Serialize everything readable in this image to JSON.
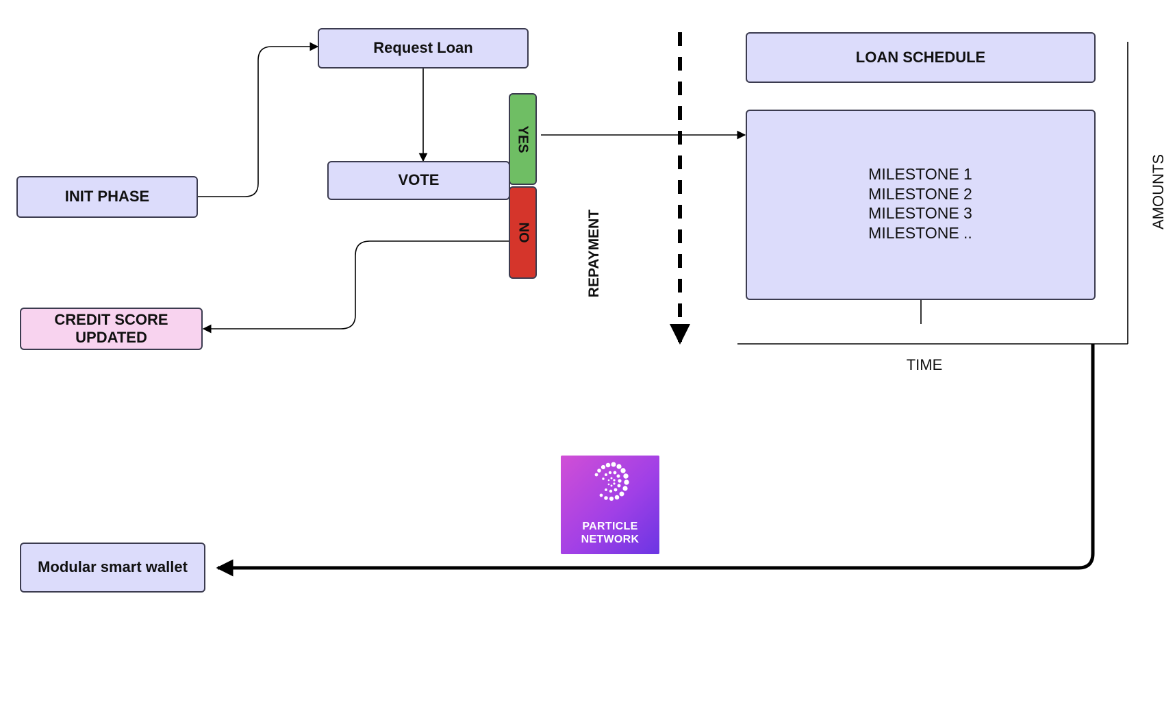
{
  "flow": {
    "init_phase": "INIT PHASE",
    "request_loan": "Request Loan",
    "vote": "VOTE",
    "yes": "YES",
    "no": "NO",
    "credit_score_line1": "CREDIT SCORE",
    "credit_score_line2": "UPDATED",
    "repayment": "REPAYMENT",
    "modular_wallet": "Modular smart wallet"
  },
  "schedule": {
    "title": "LOAN SCHEDULE",
    "milestones": [
      "MILESTONE 1",
      "MILESTONE 2",
      "MILESTONE 3",
      "MILESTONE .."
    ],
    "x_axis_label": "TIME",
    "y_axis_label": "AMOUNTS"
  },
  "logo": {
    "line1": "PARTICLE",
    "line2": "NETWORK"
  },
  "colors": {
    "box_fill": "#dcdcfb",
    "pink_fill": "#f8d3ef",
    "yes_green": "#6fbe64",
    "no_red": "#d5352b",
    "logo_gradient_start": "#d14fd6",
    "logo_gradient_end": "#6b35e3"
  }
}
